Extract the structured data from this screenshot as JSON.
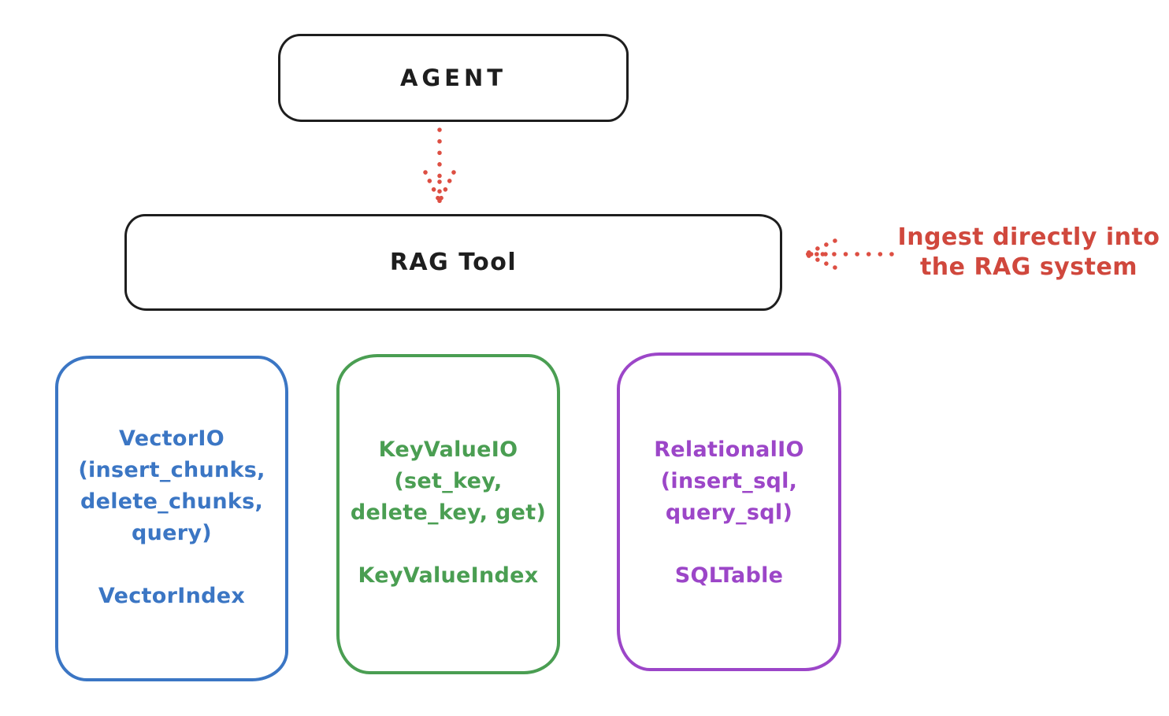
{
  "diagram": {
    "agent_box": {
      "label": "AGENT",
      "stroke_color": "#1e1e1e"
    },
    "rag_tool_box": {
      "label": "RAG Tool",
      "stroke_color": "#1e1e1e"
    },
    "agent_to_rag_arrow": {
      "style": "dotted",
      "direction": "down",
      "color": "#dd4f43"
    },
    "ingest_annotation": {
      "line1": "Ingest directly into",
      "line2": "the RAG system",
      "color": "#d0483d",
      "arrow": {
        "style": "dotted",
        "direction": "left",
        "color": "#dd4f43"
      }
    },
    "io_boxes": [
      {
        "title": "VectorIO",
        "methods_lines": [
          "(insert_chunks,",
          "delete_chunks,",
          "query)"
        ],
        "index_label": "VectorIndex",
        "color": "#3b76c4"
      },
      {
        "title": "KeyValueIO",
        "methods_lines": [
          "(set_key,",
          "delete_key, get)"
        ],
        "index_label": "KeyValueIndex",
        "color": "#4a9e52"
      },
      {
        "title": "RelationalIO",
        "methods_lines": [
          "(insert_sql,",
          "query_sql)"
        ],
        "index_label": "SQLTable",
        "color": "#9c46c8"
      }
    ]
  }
}
